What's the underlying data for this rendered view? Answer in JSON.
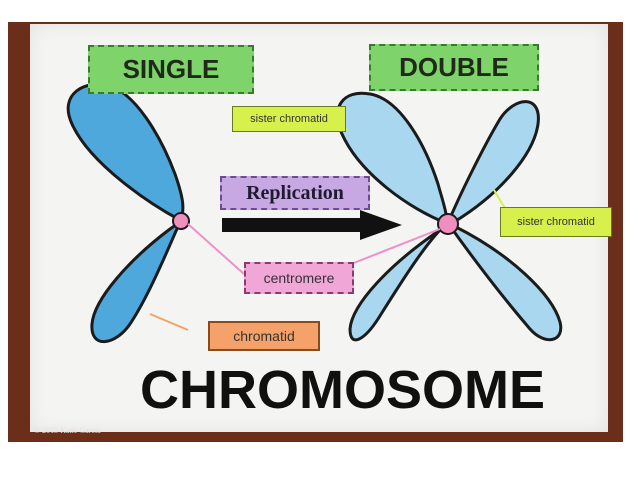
{
  "labels": {
    "single": "SINGLE",
    "double": "DOUBLE",
    "sister_chromatid_left": "sister chromatid",
    "sister_chromatid_right": "sister chromatid",
    "replication": "Replication",
    "centromere": "centromere",
    "chromatid": "chromatid",
    "title": "CHROMOSOME"
  },
  "copyright": "© 2015 Katie Garcia",
  "colors": {
    "single_chromatid": "#4ea8dc",
    "double_chromatid": "#a9d7ef",
    "centromere": "#f08fbe",
    "label_green": "#7fd36b",
    "label_yellow": "#d7f04c",
    "label_purple": "#c7a8e3",
    "label_pink": "#f1a6d8",
    "label_orange": "#f5a26a",
    "background_wood": "#6b2e1a"
  },
  "icons": [
    "single-chromosome-drawing",
    "double-chromosome-drawing",
    "arrow-right-icon"
  ]
}
